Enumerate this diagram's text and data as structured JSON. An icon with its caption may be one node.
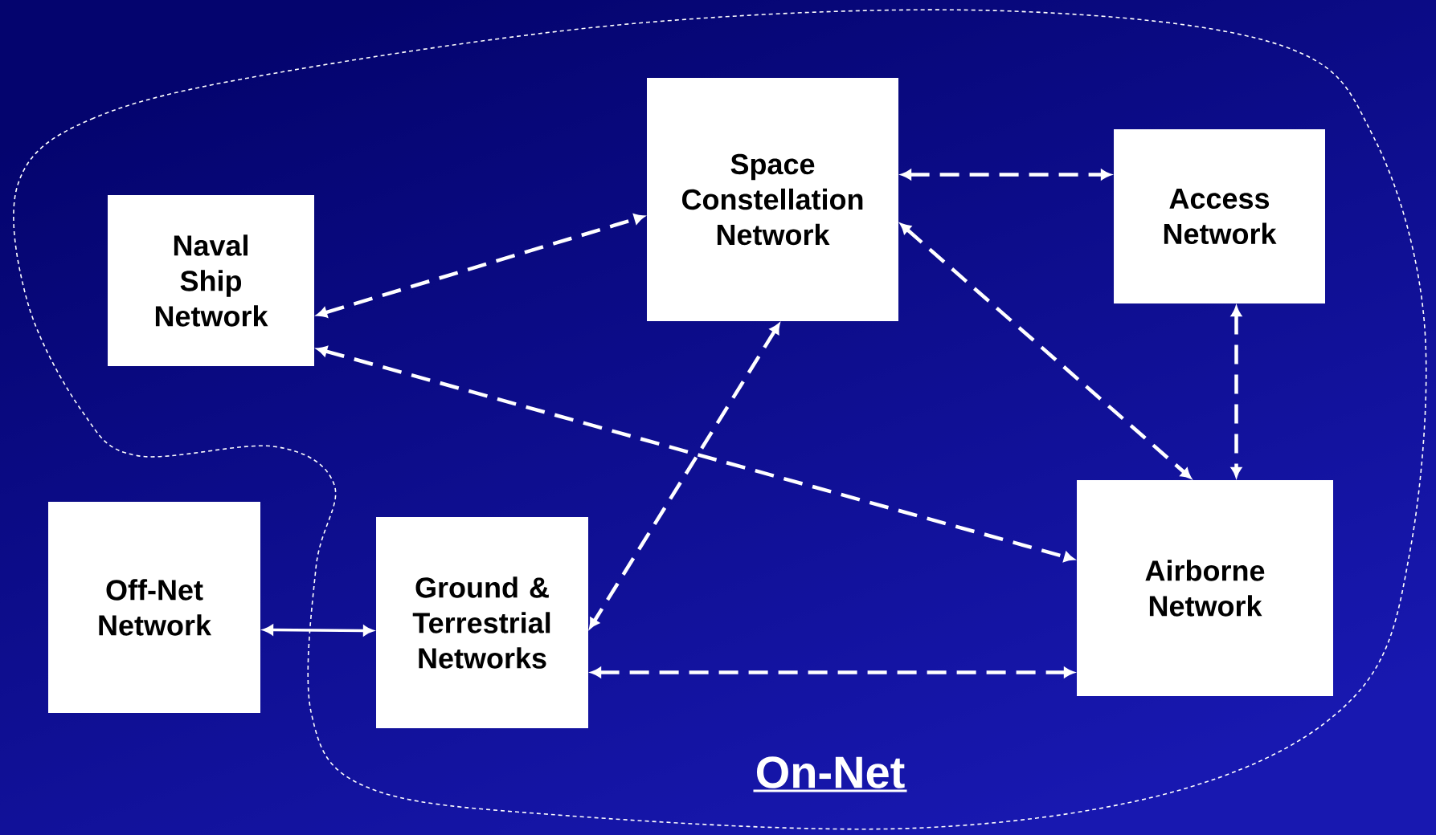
{
  "diagram": {
    "nodes": [
      {
        "text": [
          "On-Net"
        ]
      },
      {
        "text": [
          "Naval Ship Network"
        ],
        "in": 0
      },
      {
        "text": [
          "Space Constellation Network"
        ],
        "in": 0
      },
      {
        "text": [
          "Access Network"
        ],
        "in": 0
      },
      {
        "text": [
          "Off-Net Network"
        ]
      },
      {
        "text": [
          "Ground & Terrestrial Networks"
        ],
        "in": 0
      },
      {
        "text": [
          "Airborne Network"
        ],
        "in": 0
      }
    ],
    "edges": [
      {
        "from": 1,
        "to": 2,
        "arrow": "both",
        "style": "dashed"
      },
      {
        "from": 2,
        "to": 3,
        "arrow": "both",
        "style": "dashed"
      },
      {
        "from": 2,
        "to": 5,
        "arrow": "both",
        "style": "dashed"
      },
      {
        "from": 2,
        "to": 6,
        "arrow": "both",
        "style": "dashed"
      },
      {
        "from": 1,
        "to": 6,
        "arrow": "both",
        "style": "dashed"
      },
      {
        "from": 3,
        "to": 6,
        "arrow": "both",
        "style": "dashed"
      },
      {
        "from": 5,
        "to": 6,
        "arrow": "both",
        "style": "dashed"
      },
      {
        "from": 4,
        "to": 5,
        "arrow": "both"
      }
    ]
  }
}
